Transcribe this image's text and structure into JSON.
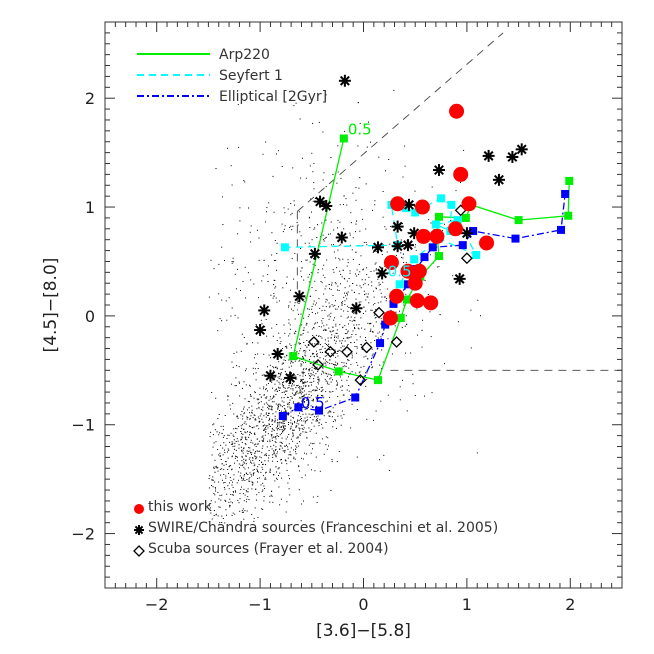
{
  "chart_data": {
    "type": "scatter",
    "title": "",
    "xlabel": "[3.6]−[5.8]",
    "ylabel": "[4.5]−[8.0]",
    "xlim": [
      -2.5,
      2.5
    ],
    "ylim": [
      -2.5,
      2.7
    ],
    "xticks": [
      -2,
      -1,
      0,
      1,
      2
    ],
    "yticks": [
      -2,
      -1,
      0,
      1,
      2
    ],
    "xtick_labels": [
      "−2",
      "−1",
      "0",
      "1",
      "2"
    ],
    "ytick_labels": [
      "−2",
      "−1",
      "0",
      "1",
      "2"
    ],
    "grid": false,
    "legend_top": {
      "placement": "top-left",
      "entries": [
        {
          "label": "Arp220",
          "color": "#00ee00",
          "style": "solid"
        },
        {
          "label": "Seyfert 1",
          "color": "#00ffff",
          "style": "dashed"
        },
        {
          "label": "Elliptical [2Gyr]",
          "color": "#0000ff",
          "style": "dash-dot"
        }
      ]
    },
    "legend_bottom": {
      "placement": "bottom-left",
      "entries": [
        {
          "label": "this work",
          "marker": "filled-circle",
          "color": "#ff0000"
        },
        {
          "label": "SWIRE/Chandra sources (Franceschini et al. 2005)",
          "marker": "asterisk",
          "color": "#000000"
        },
        {
          "label": "Scuba sources (Frayer et al. 2004)",
          "marker": "open-diamond",
          "color": "#000000"
        }
      ]
    },
    "tracks": [
      {
        "name": "Arp220",
        "color": "#00ee00",
        "style": "solid",
        "label": "0.5",
        "points": [
          [
            -0.19,
            1.63
          ],
          [
            -0.68,
            -0.37
          ],
          [
            -0.24,
            -0.51
          ],
          [
            0.14,
            -0.59
          ],
          [
            0.36,
            -0.02
          ],
          [
            0.42,
            0.15
          ],
          [
            0.55,
            0.36
          ],
          [
            0.73,
            0.55
          ],
          [
            0.71,
            0.76
          ],
          [
            0.73,
            0.91
          ],
          [
            0.99,
            0.9
          ],
          [
            1.04,
            1.02
          ],
          [
            1.5,
            0.88
          ],
          [
            1.98,
            0.92
          ],
          [
            1.99,
            1.24
          ]
        ]
      },
      {
        "name": "Seyfert 1",
        "color": "#00ffff",
        "style": "dashed",
        "label": "0.5",
        "points": [
          [
            0.35,
            0.29
          ],
          [
            0.49,
            0.52
          ],
          [
            0.73,
            0.71
          ],
          [
            1.09,
            0.56
          ],
          [
            0.91,
            0.88
          ],
          [
            0.7,
            0.84
          ],
          [
            0.84,
            0.78
          ],
          [
            0.85,
            1.02
          ],
          [
            0.75,
            1.08
          ],
          [
            0.59,
            1.0
          ],
          [
            0.5,
            0.95
          ],
          [
            0.41,
            0.99
          ],
          [
            0.27,
            1.02
          ],
          [
            0.33,
            0.65
          ],
          [
            -0.76,
            0.63
          ]
        ]
      },
      {
        "name": "Elliptical [2Gyr]",
        "color": "#0000ff",
        "style": "dash-dot",
        "label": "0.5",
        "points": [
          [
            -0.78,
            -0.92
          ],
          [
            -0.63,
            -0.84
          ],
          [
            -0.43,
            -0.87
          ],
          [
            -0.08,
            -0.75
          ],
          [
            0.16,
            -0.25
          ],
          [
            0.21,
            -0.08
          ],
          [
            0.29,
            0.11
          ],
          [
            0.43,
            0.29
          ],
          [
            0.51,
            0.43
          ],
          [
            0.59,
            0.54
          ],
          [
            0.67,
            0.63
          ],
          [
            0.96,
            0.65
          ],
          [
            1.06,
            0.78
          ],
          [
            1.47,
            0.71
          ],
          [
            1.91,
            0.79
          ],
          [
            1.95,
            1.12
          ]
        ]
      }
    ],
    "this_work": [
      [
        0.9,
        1.88
      ],
      [
        0.94,
        1.3
      ],
      [
        0.33,
        1.03
      ],
      [
        0.57,
        1.0
      ],
      [
        1.02,
        1.03
      ],
      [
        0.89,
        0.8
      ],
      [
        0.58,
        0.73
      ],
      [
        0.71,
        0.73
      ],
      [
        1.19,
        0.67
      ],
      [
        0.27,
        0.49
      ],
      [
        0.54,
        0.41
      ],
      [
        0.5,
        0.3
      ],
      [
        0.32,
        0.18
      ],
      [
        0.52,
        0.14
      ],
      [
        0.65,
        0.12
      ],
      [
        0.26,
        -0.02
      ],
      [
        0.43,
        0.41
      ]
    ],
    "swire_chandra": [
      [
        -0.18,
        2.16
      ],
      [
        -0.42,
        1.05
      ],
      [
        -0.36,
        1.01
      ],
      [
        0.73,
        1.34
      ],
      [
        1.21,
        1.47
      ],
      [
        1.44,
        1.46
      ],
      [
        1.53,
        1.53
      ],
      [
        1.31,
        1.25
      ],
      [
        0.44,
        1.02
      ],
      [
        0.33,
        0.82
      ],
      [
        -0.21,
        0.72
      ],
      [
        -0.47,
        0.57
      ],
      [
        0.14,
        0.63
      ],
      [
        0.33,
        0.64
      ],
      [
        0.43,
        0.65
      ],
      [
        0.49,
        0.76
      ],
      [
        1.0,
        0.76
      ],
      [
        0.18,
        0.39
      ],
      [
        0.93,
        0.34
      ],
      [
        -0.62,
        0.18
      ],
      [
        -0.07,
        0.07
      ],
      [
        -0.96,
        0.05
      ],
      [
        -1.0,
        -0.13
      ],
      [
        -0.83,
        -0.35
      ],
      [
        -0.9,
        -0.55
      ],
      [
        -0.71,
        -0.57
      ]
    ],
    "scuba": [
      [
        0.94,
        0.97
      ],
      [
        1.0,
        0.53
      ],
      [
        0.15,
        0.03
      ],
      [
        -0.48,
        -0.24
      ],
      [
        -0.32,
        -0.33
      ],
      [
        -0.16,
        -0.33
      ],
      [
        0.03,
        -0.29
      ],
      [
        0.32,
        -0.24
      ],
      [
        -0.44,
        -0.45
      ],
      [
        -0.03,
        -0.59
      ]
    ],
    "selection_lines": [
      [
        [
          -0.64,
          0.96
        ],
        [
          1.35,
          2.6
        ]
      ],
      [
        [
          -0.64,
          0.96
        ],
        [
          -0.64,
          0.05
        ]
      ],
      [
        [
          0.26,
          -0.5
        ],
        [
          2.5,
          -0.5
        ]
      ]
    ],
    "background_sources": {
      "color": "#000000",
      "description_visible": false
    }
  }
}
